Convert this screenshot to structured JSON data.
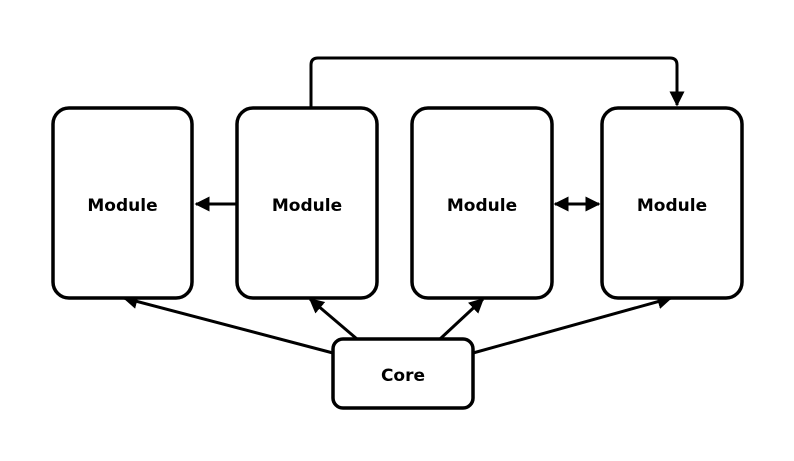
{
  "nodes": {
    "module_1": {
      "label": "Module"
    },
    "module_2": {
      "label": "Module"
    },
    "module_3": {
      "label": "Module"
    },
    "module_4": {
      "label": "Module"
    },
    "core": {
      "label": "Core"
    }
  },
  "edges": [
    {
      "from": "module_2",
      "to": "module_1",
      "direction": "forward"
    },
    {
      "from": "module_3",
      "to": "module_4",
      "direction": "both"
    },
    {
      "from": "module_2",
      "to": "module_4",
      "direction": "forward"
    },
    {
      "from": "core",
      "to": "module_1",
      "direction": "forward"
    },
    {
      "from": "core",
      "to": "module_2",
      "direction": "forward"
    },
    {
      "from": "core",
      "to": "module_3",
      "direction": "forward"
    },
    {
      "from": "core",
      "to": "module_4",
      "direction": "forward"
    }
  ]
}
